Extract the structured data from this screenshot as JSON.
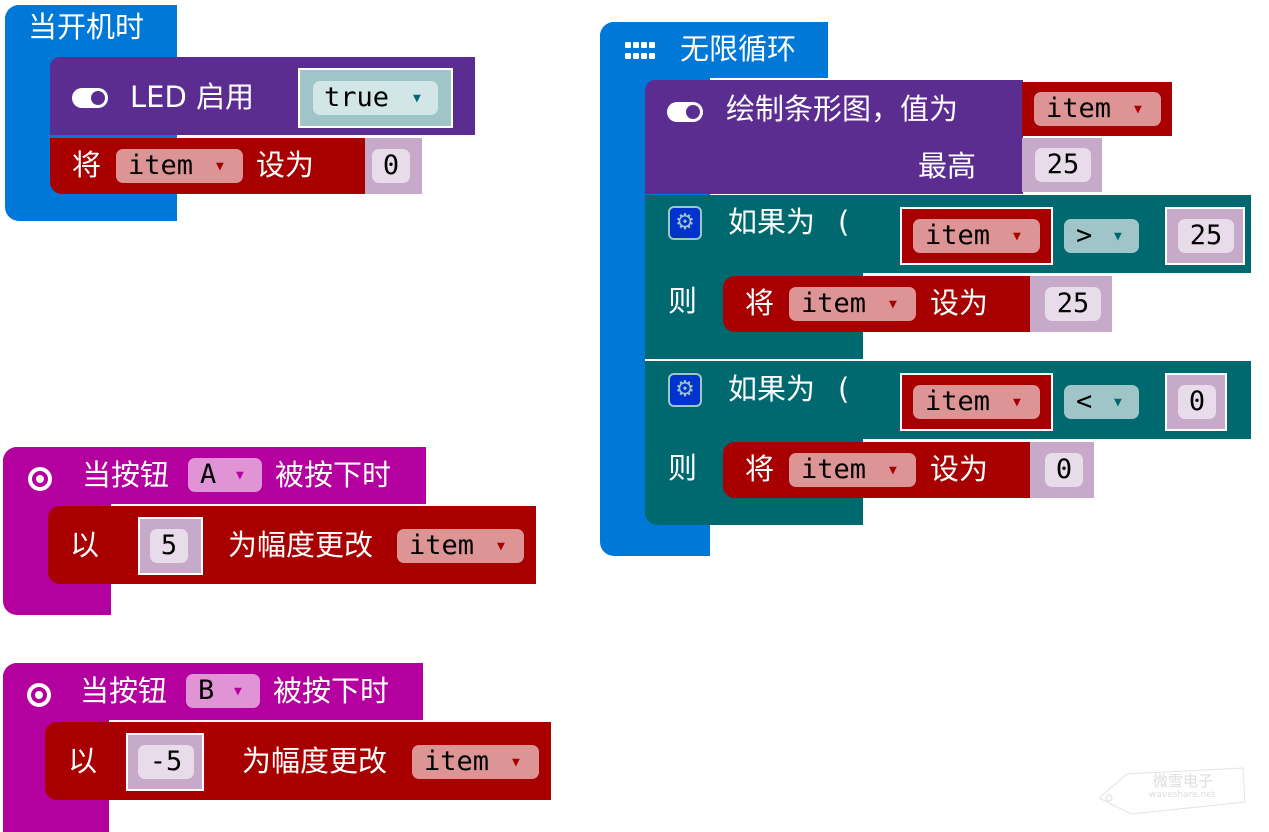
{
  "on_start": {
    "title": "当开机时",
    "led_enable": {
      "label": "LED 启用",
      "value": "true"
    },
    "set_var": {
      "prefix": "将",
      "variable": "item",
      "suffix": "设为",
      "value": "0"
    }
  },
  "forever": {
    "title": "无限循环",
    "plot_bar": {
      "label": "绘制条形图，值为",
      "value_var": "item",
      "max_label": "最高",
      "max_value": "25"
    },
    "if_blocks": [
      {
        "if_label": "如果为",
        "left_var": "item",
        "operator": ">",
        "right_value": "25",
        "then_label": "则",
        "then_set": {
          "prefix": "将",
          "variable": "item",
          "suffix": "设为",
          "value": "25"
        }
      },
      {
        "if_label": "如果为",
        "left_var": "item",
        "operator": "<",
        "right_value": "0",
        "then_label": "则",
        "then_set": {
          "prefix": "将",
          "variable": "item",
          "suffix": "设为",
          "value": "0"
        }
      }
    ]
  },
  "button_a": {
    "prefix": "当按钮",
    "button": "A",
    "suffix": "被按下时",
    "change": {
      "prefix": "以",
      "value": "5",
      "suffix": "为幅度更改",
      "variable": "item"
    }
  },
  "button_b": {
    "prefix": "当按钮",
    "button": "B",
    "suffix": "被按下时",
    "change": {
      "prefix": "以",
      "value": "-5",
      "suffix": "为幅度更改",
      "variable": "item"
    }
  },
  "watermark": {
    "brand_cn": "微雪电子",
    "brand_en": "waveshare.net"
  },
  "colors": {
    "basic": "#0078d7",
    "led": "#5c2d91",
    "variables": "#a80000",
    "logic": "#006970",
    "input": "#b4009e"
  }
}
